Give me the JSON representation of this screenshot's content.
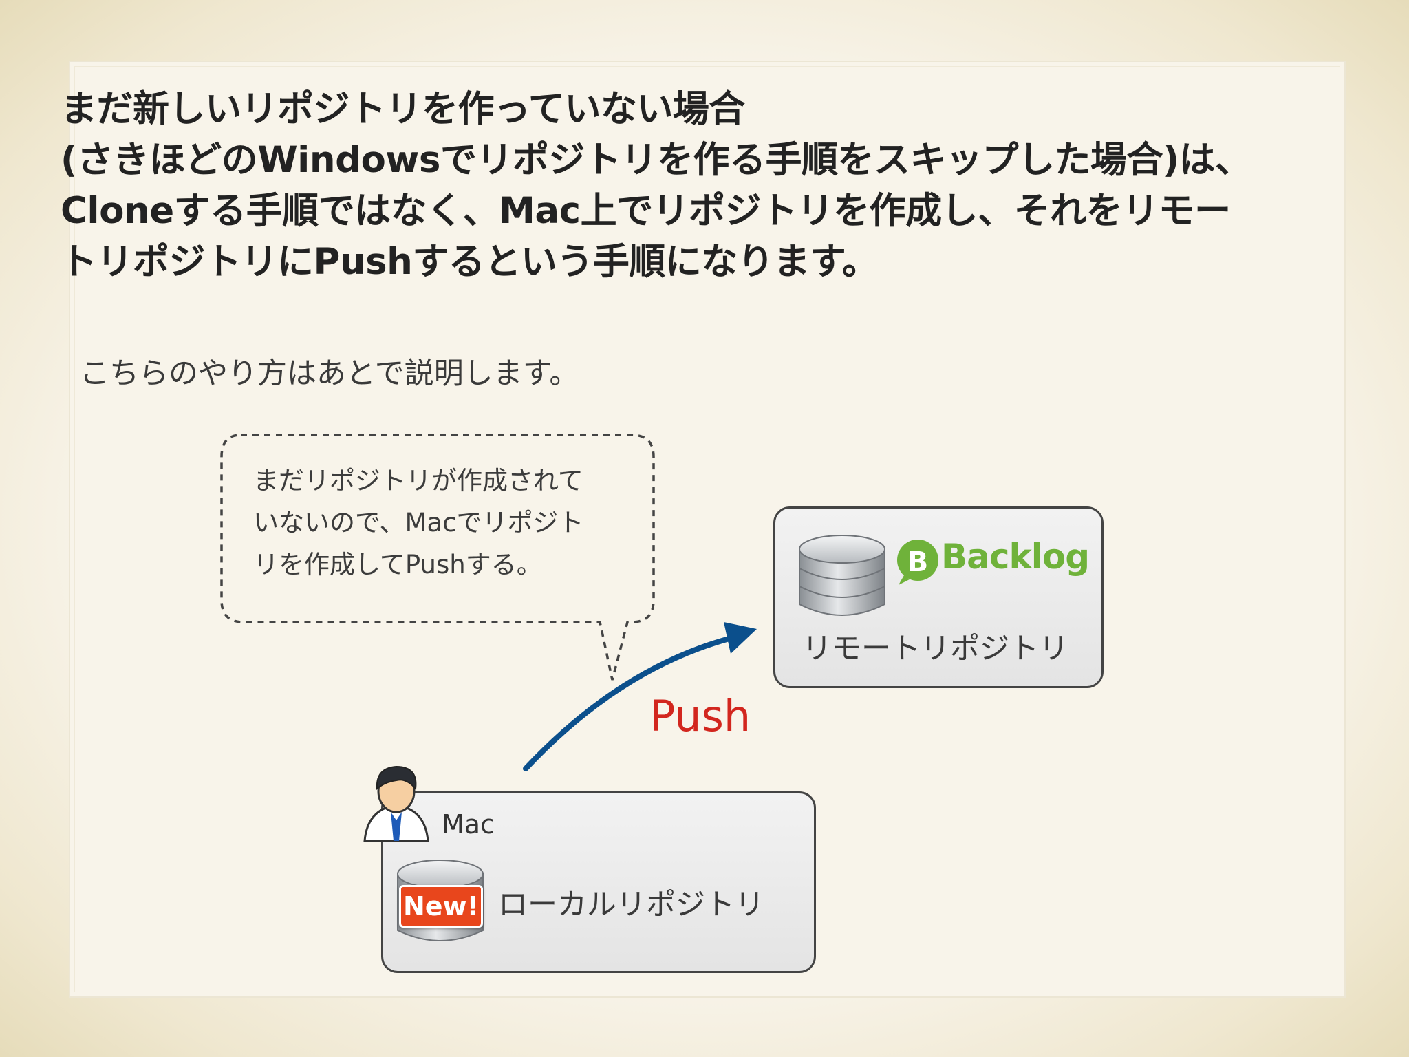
{
  "slide": {
    "heading_lines": [
      "まだ新しいリポジトリを作っていない場合",
      "(さきほどのWindowsでリポジトリを作る手順をスキップした場合)は、",
      "Cloneする手順ではなく、Mac上でリポジトリを作成し、それをリモー",
      "トリポジトリにPushするという手順になります。"
    ],
    "subtext": "こちらのやり方はあとで説明します。",
    "bubble_lines": [
      "まだリポジトリが作成されて",
      "いないので、Macでリポジト",
      "リを作成してPushする。"
    ]
  },
  "diagram": {
    "remote": {
      "label": "リモートリポジトリ",
      "logo_text": "Backlog",
      "icon": "database-icon"
    },
    "local": {
      "machine_label": "Mac",
      "label": "ローカルリポジトリ",
      "badge": "New!",
      "icon": "database-icon",
      "user_icon": "user-icon"
    },
    "arrow": {
      "label": "Push",
      "color": "#0b4f8c",
      "label_color": "#d2261e"
    }
  }
}
